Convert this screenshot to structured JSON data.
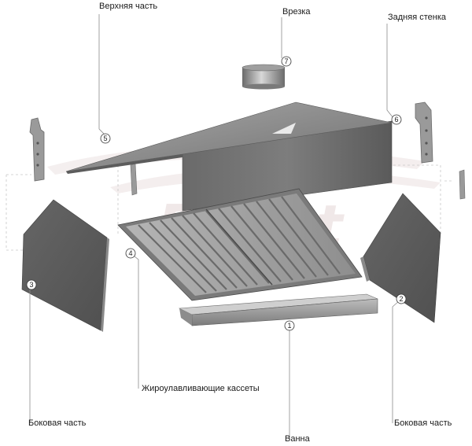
{
  "labels": {
    "top_part": "Верхняя часть",
    "cutout": "Врезка",
    "back_wall": "Задняя стенка",
    "grease_filters": "Жироулавливающие кассеты",
    "side_left": "Боковая часть",
    "side_right": "Боковая часть",
    "tray": "Ванна"
  },
  "callouts": {
    "n1": "1",
    "n2": "2",
    "n3": "3",
    "n4": "4",
    "n5": "5",
    "n6": "6",
    "n7": "7"
  },
  "watermark": {
    "text": "Pimet"
  },
  "colors": {
    "steel_dark": "#5f5f5f",
    "steel_mid": "#8a8a8a",
    "steel_light": "#c9c9c9",
    "leader_line": "#8c8c8c",
    "watermark": "#efe6e6"
  }
}
